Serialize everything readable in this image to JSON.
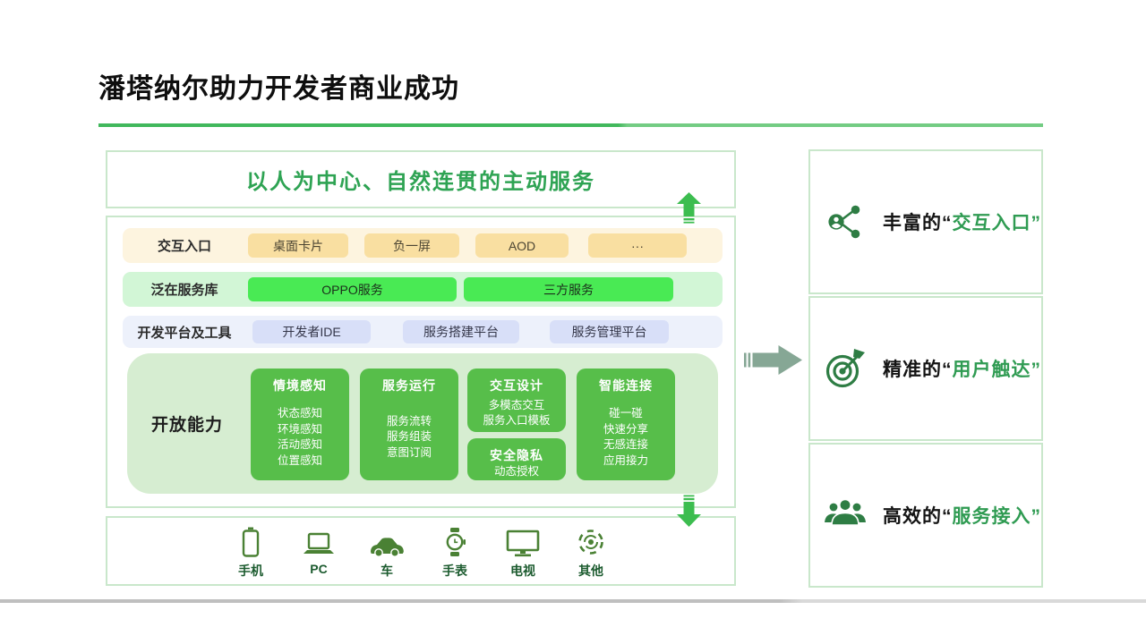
{
  "slide": {
    "title": "潘塔纳尔助力开发者商业成功",
    "headline": "以人为中心、自然连贯的主动服务"
  },
  "platform": {
    "rows": [
      {
        "label": "交互入口",
        "chips": [
          "桌面卡片",
          "负一屏",
          "AOD",
          "···"
        ]
      },
      {
        "label": "泛在服务库",
        "chips": [
          "OPPO服务",
          "三方服务"
        ]
      },
      {
        "label": "开发平台及工具",
        "chips": [
          "开发者IDE",
          "服务搭建平台",
          "服务管理平台"
        ]
      }
    ],
    "capabilities": {
      "label": "开放能力",
      "cards": [
        {
          "title": "情境感知",
          "items": [
            "状态感知",
            "环境感知",
            "活动感知",
            "位置感知"
          ]
        },
        {
          "title": "服务运行",
          "items": [
            "服务流转",
            "服务组装",
            "意图订阅"
          ]
        },
        {
          "title": "交互设计",
          "items": [
            "多模态交互",
            "服务入口模板"
          ]
        },
        {
          "title": "安全隐私",
          "items": [
            "动态授权"
          ]
        },
        {
          "title": "智能连接",
          "items": [
            "碰一碰",
            "快速分享",
            "无感连接",
            "应用接力"
          ]
        }
      ]
    },
    "devices": [
      {
        "icon": "phone-icon",
        "label": "手机"
      },
      {
        "icon": "laptop-icon",
        "label": "PC"
      },
      {
        "icon": "car-icon",
        "label": "车"
      },
      {
        "icon": "watch-icon",
        "label": "手表"
      },
      {
        "icon": "tv-icon",
        "label": "电视"
      },
      {
        "icon": "other-devices-icon",
        "label": "其他"
      }
    ]
  },
  "benefits": [
    {
      "icon": "share-person-icon",
      "prefix": "丰富的“",
      "quoted": "交互入口”"
    },
    {
      "icon": "target-icon",
      "prefix": "精准的“",
      "quoted": "用户触达”"
    },
    {
      "icon": "people-icon",
      "prefix": "高效的“",
      "quoted": "服务接入”"
    }
  ],
  "colors": {
    "brand_green": "#2EA353",
    "bright_green": "#49EA54",
    "card_green": "#57BE4A",
    "capability_bg": "#D6EDD1",
    "entries_bg": "#FDF4DF",
    "entries_chip": "#F9DFA1",
    "devtools_bg": "#EDF1FB",
    "devtools_chip": "#D8DFF8",
    "border_light_green": "#C9E7CB",
    "arrow_green": "#3CBD4F",
    "arrow_sage": "#86A795",
    "device_icon_green": "#4A8134",
    "device_label_green": "#1C5B2F",
    "benefit_icon_green": "#2E7D44",
    "benefit_quote_green": "#2F9B52"
  }
}
